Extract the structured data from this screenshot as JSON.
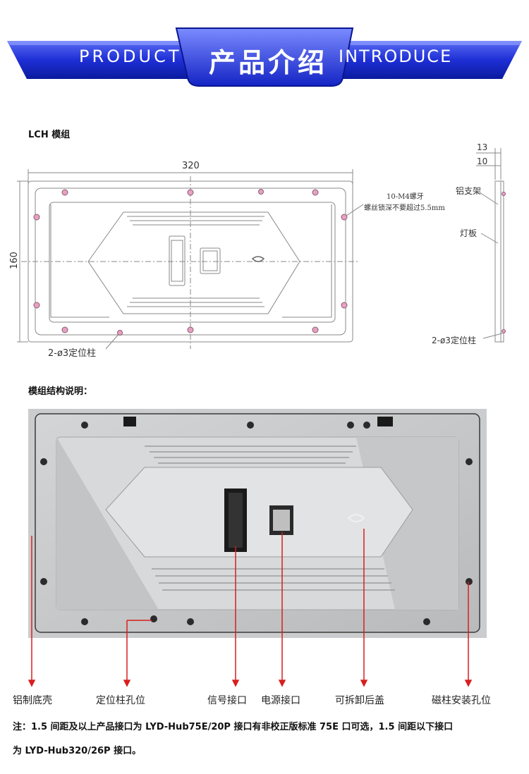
{
  "banner": {
    "left_text": "PRODUCT",
    "center_text": "产品介绍",
    "right_text": "INTRODUCE"
  },
  "drawing": {
    "title": "LCH 模组",
    "width_dim": "320",
    "height_dim": "160",
    "screw_note_1": "10-M4螺牙",
    "screw_note_2": "螺丝锁深不要超过5.5mm",
    "locating_pin": "2-ø3定位柱",
    "side_dim_13": "13",
    "side_dim_10": "10",
    "side_label_bracket": "铝支架",
    "side_label_board": "灯板",
    "side_locating_pin": "2-ø3定位柱"
  },
  "structure": {
    "title": "模组结构说明：",
    "labels": {
      "aluminum_shell": "铝制底壳",
      "locating_hole": "定位柱孔位",
      "signal_port": "信号接口",
      "power_port": "电源接口",
      "rear_cover": "可拆卸后盖",
      "magnet_hole": "磁柱安装孔位"
    }
  },
  "notes": {
    "line1": "注：1.5 间距及以上产品接口为 LYD-Hub75E/20P 接口有非校正版标准 75E 口可选，1.5 间距以下接口",
    "line2": "为 LYD-Hub320/26P 接口。"
  },
  "colors": {
    "banner_blue": "#1e2fd6",
    "banner_dark": "#0b1a9e",
    "arrow_red": "#d81e1e",
    "panel_gray": "#c9cacb"
  }
}
